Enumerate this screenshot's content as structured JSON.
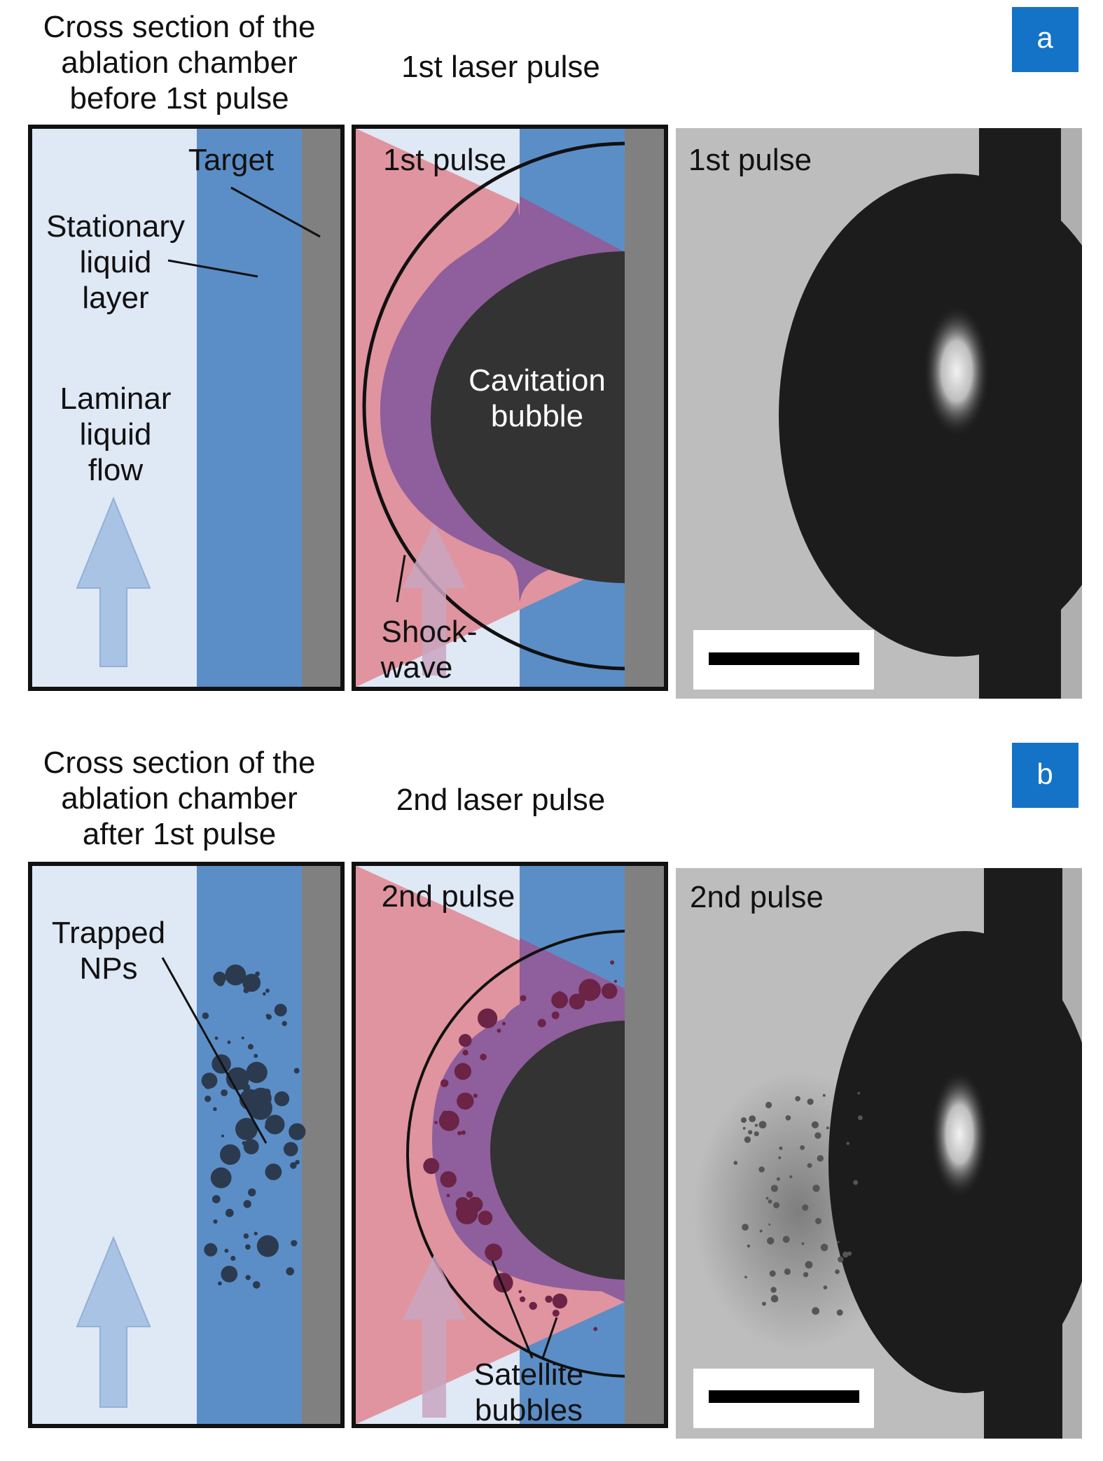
{
  "panel_a": {
    "badge": "a",
    "left_title": [
      "Cross section of the",
      "ablation chamber",
      "before 1st pulse"
    ],
    "middle_title": "1st laser pulse",
    "labels": {
      "target": "Target",
      "stationary_layer": [
        "Stationary",
        "liquid",
        "layer"
      ],
      "laminar_flow": [
        "Laminar",
        "liquid",
        "flow"
      ],
      "pulse": "1st pulse",
      "cavitation_bubble": [
        "Cavitation",
        "bubble"
      ],
      "shockwave": [
        "Shock-",
        "wave"
      ],
      "photo_pulse": "1st pulse"
    }
  },
  "panel_b": {
    "badge": "b",
    "left_title": [
      "Cross section of the",
      "ablation chamber",
      "after 1st pulse"
    ],
    "middle_title": "2nd laser pulse",
    "labels": {
      "trapped_nps": [
        "Trapped",
        "NPs"
      ],
      "pulse": "2nd pulse",
      "satellite_bubbles": [
        "Satellite",
        "bubbles"
      ],
      "photo_pulse": "2nd pulse"
    }
  },
  "colors": {
    "liquid_light": "#dfe8f5",
    "liquid_layer": "#5b8ec7",
    "target": "#808080",
    "laser": "#e0949f",
    "overlap": "#8f5e9c",
    "bubble": "#333333",
    "badge": "#1473c6",
    "arrow": "#a9c3e4",
    "satellite": "#6b2346",
    "np": "#2c3a4f"
  }
}
